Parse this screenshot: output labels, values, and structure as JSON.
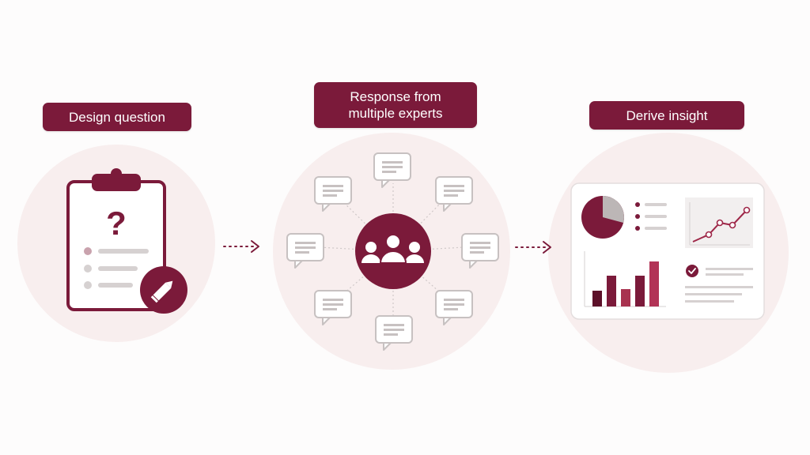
{
  "steps": [
    {
      "label": "Design question",
      "icon": "clipboard-question-icon"
    },
    {
      "label": "Response from\nmultiple experts",
      "icon": "expert-group-icon"
    },
    {
      "label": "Derive insight",
      "icon": "dashboard-icon"
    }
  ],
  "clipboard": {
    "mark": "?"
  },
  "colors": {
    "accent": "#7b1a3a",
    "accent_mid": "#b23356",
    "circle": "#f8eeee",
    "grey": "#c9c5c5",
    "grey_dark": "#9a9595"
  }
}
